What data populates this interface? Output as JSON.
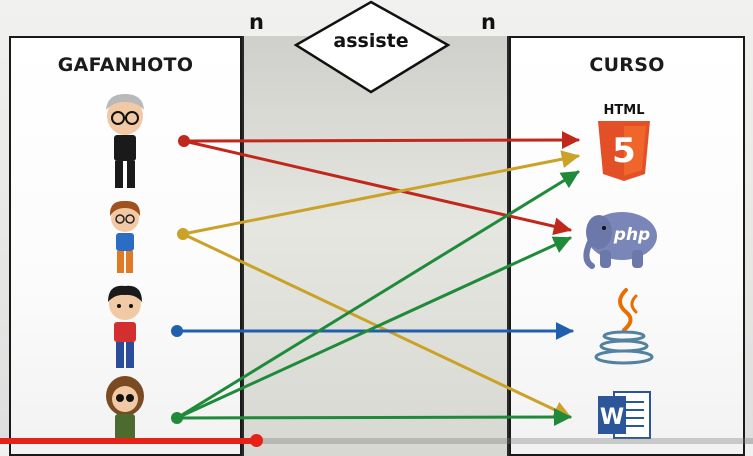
{
  "diagram": {
    "left_entity": {
      "title": "GAFANHOTO"
    },
    "right_entity": {
      "title": "CURSO"
    },
    "relationship": {
      "label": "assiste",
      "left_cardinality": "n",
      "right_cardinality": "n"
    },
    "gafanhotos": [
      {
        "id": "g1",
        "icon": "gray-haired-man-with-glasses-avatar"
      },
      {
        "id": "g2",
        "icon": "curly-haired-boy-avatar"
      },
      {
        "id": "g3",
        "icon": "boy-in-red-shirt-avatar"
      },
      {
        "id": "g4",
        "icon": "brown-haired-girl-avatar"
      }
    ],
    "cursos": [
      {
        "id": "html",
        "icon": "html5-logo-icon",
        "text": "HTML",
        "badge": "5"
      },
      {
        "id": "php",
        "icon": "php-elephant-icon",
        "text": "php"
      },
      {
        "id": "java",
        "icon": "java-coffee-cup-icon"
      },
      {
        "id": "word",
        "icon": "word-document-icon",
        "text": "W"
      }
    ],
    "links": [
      {
        "from": "g1",
        "to": "html",
        "color": "#c0281c"
      },
      {
        "from": "g1",
        "to": "php",
        "color": "#c0281c"
      },
      {
        "from": "g2",
        "to": "html",
        "color": "#c9a227"
      },
      {
        "from": "g2",
        "to": "word",
        "color": "#c9a227"
      },
      {
        "from": "g3",
        "to": "java",
        "color": "#1f5fae"
      },
      {
        "from": "g4",
        "to": "html",
        "color": "#1f8a3a"
      },
      {
        "from": "g4",
        "to": "php",
        "color": "#1f8a3a"
      },
      {
        "from": "g4",
        "to": "word",
        "color": "#1f8a3a"
      }
    ]
  },
  "player": {
    "progress": 0.34,
    "accent": "#e62117"
  }
}
